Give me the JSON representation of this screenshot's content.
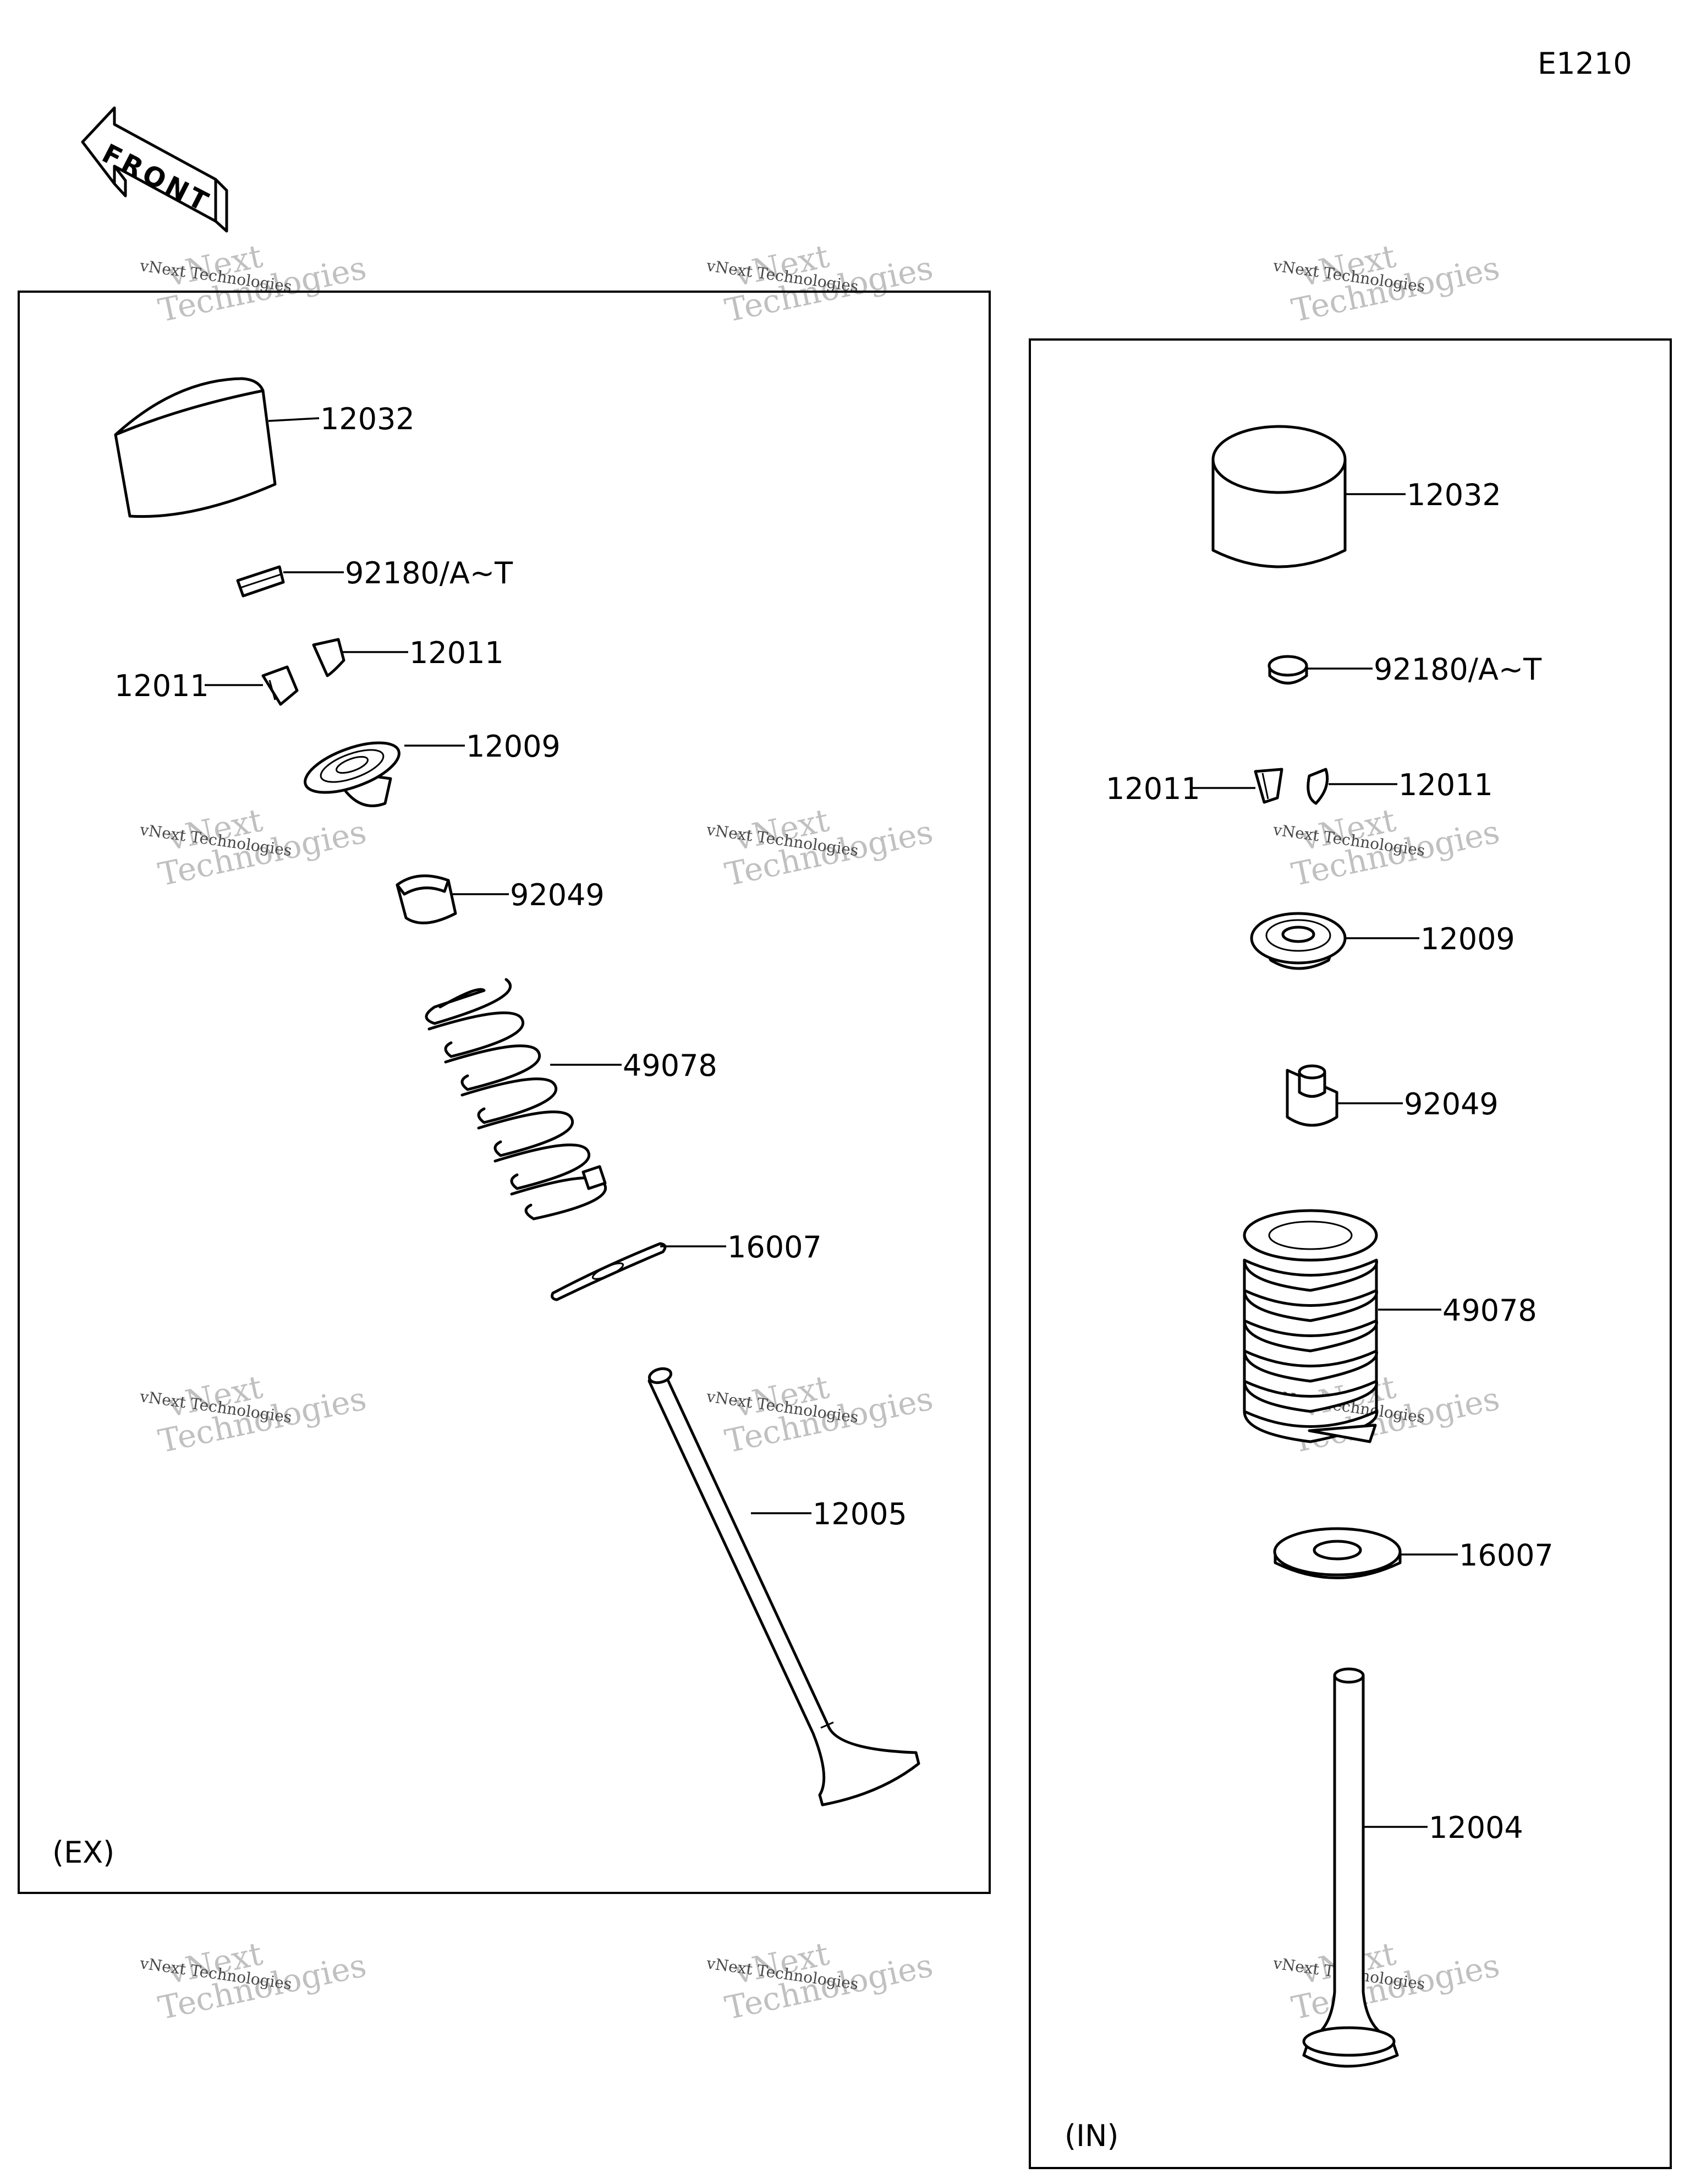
{
  "diagram_code": "E1210",
  "front_label": "FRONT",
  "watermark": {
    "line1": "vNext",
    "line2": "Technologies",
    "small": "vNext Technologies"
  },
  "panels": {
    "exhaust": {
      "label": "(EX)",
      "parts": {
        "tappet": "12032",
        "shim": "92180/A~T",
        "cotter_right": "12011",
        "cotter_left": "12011",
        "retainer": "12009",
        "seal": "92049",
        "spring": "49078",
        "seat": "16007",
        "valve": "12005"
      }
    },
    "intake": {
      "label": "(IN)",
      "parts": {
        "tappet": "12032",
        "shim": "92180/A~T",
        "cotter_left": "12011",
        "cotter_right": "12011",
        "retainer": "12009",
        "seal": "92049",
        "spring": "49078",
        "seat": "16007",
        "valve": "12004"
      }
    }
  }
}
